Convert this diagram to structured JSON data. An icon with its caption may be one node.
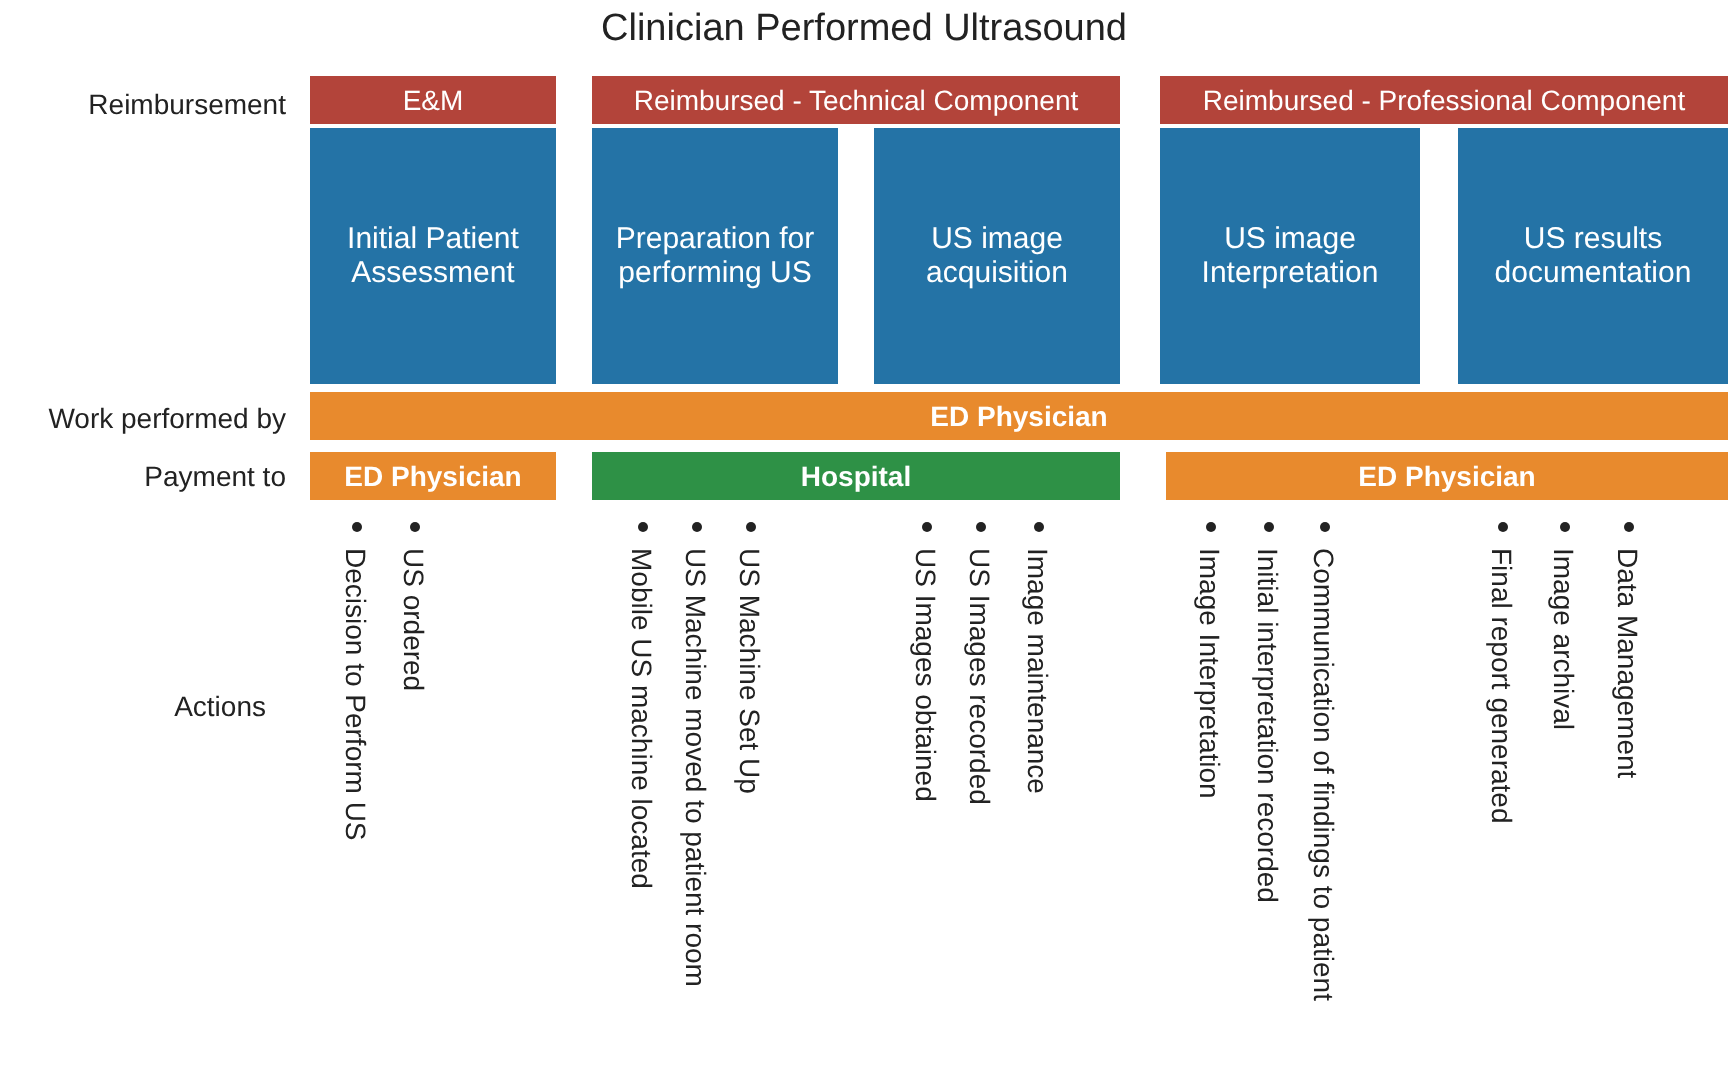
{
  "diagram": {
    "title": "Clinician Performed Ultrasound",
    "nodes": [
      {
        "text": [
          "E&M"
        ]
      },
      {
        "text": [
          "Reimbursed - Technical Component"
        ]
      },
      {
        "text": [
          "Reimbursed - Professional Component"
        ]
      },
      {
        "text": [
          "Initial Patient Assessment"
        ]
      },
      {
        "text": [
          "Preparation for performing US"
        ]
      },
      {
        "text": [
          "US image acquisition"
        ]
      },
      {
        "text": [
          "US image Interpretation"
        ]
      },
      {
        "text": [
          "US results documentation"
        ]
      },
      {
        "text": [
          "ED Physician"
        ]
      },
      {
        "text": [
          "ED Physician"
        ]
      },
      {
        "text": [
          "Hospital"
        ]
      },
      {
        "text": [
          "ED Physician"
        ]
      }
    ],
    "edges": [],
    "labels": [
      "Reimbursement",
      "Work performed by",
      "Payment to",
      "Actions",
      "Decision to Perform US",
      "US ordered",
      "Mobile US machine located",
      "US Machine moved to patient room",
      "US Machine Set Up",
      "US Images obtained",
      "US Images recorded",
      "Image maintenance",
      "Image Interpretation",
      "Initial interpretation recorded",
      "Communication of findings to patient",
      "Final report generated",
      "Image archival",
      "Data Management"
    ]
  }
}
